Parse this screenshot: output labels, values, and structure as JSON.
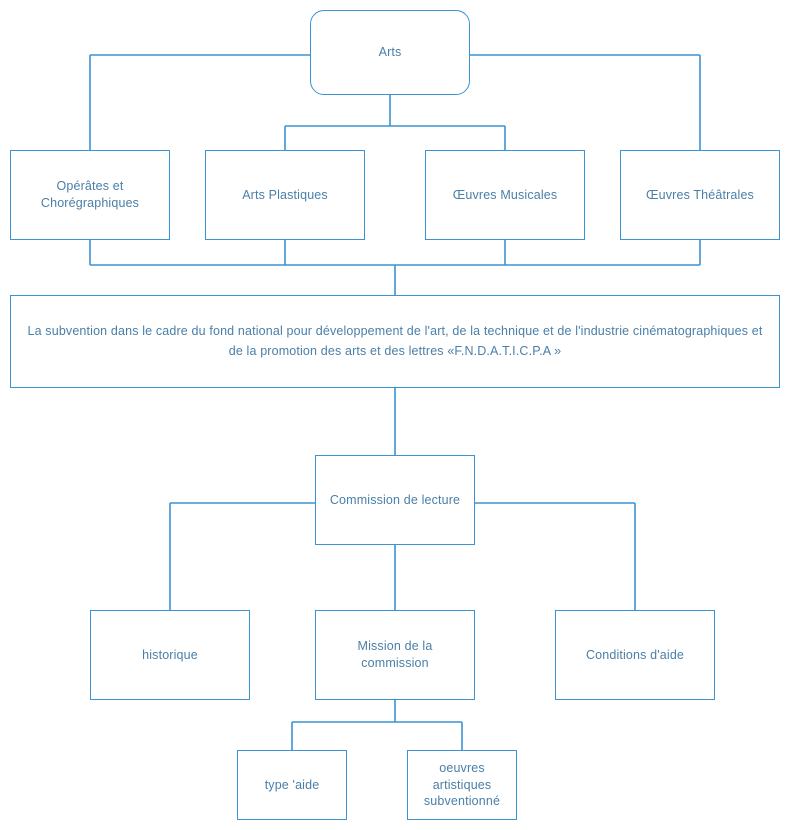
{
  "diagram": {
    "title_node": {
      "label": "Arts"
    },
    "level2": [
      {
        "label": "Opérâtes et Chorégraphiques"
      },
      {
        "label": "Arts Plastiques"
      },
      {
        "label": "Œuvres Musicales"
      },
      {
        "label": "Œuvres Théâtrales"
      }
    ],
    "subvention": {
      "label": "La subvention dans le cadre du fond national pour développement de l'art, de la technique et de l'industrie cinématographiques et de la promotion des arts et des lettres «F.N.D.A.T.I.C.P.A »"
    },
    "commission": {
      "label": "Commission de lecture"
    },
    "level4": [
      {
        "label": "historique"
      },
      {
        "label": "Mission de la commission"
      },
      {
        "label": "Conditions d'aide"
      }
    ],
    "level5": [
      {
        "label": "type 'aide"
      },
      {
        "label": "oeuvres artistiques subventionné"
      }
    ],
    "colors": {
      "stroke": "#3b93d4",
      "text": "#4a7fa8",
      "background": "#ffffff"
    }
  }
}
